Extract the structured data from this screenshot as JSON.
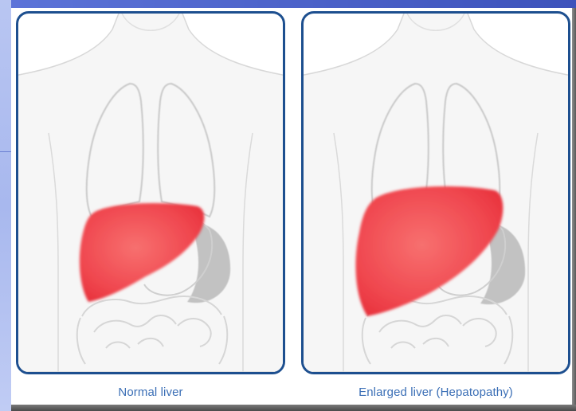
{
  "panels": [
    {
      "caption": "Normal liver",
      "liver_size": "normal"
    },
    {
      "caption": "Enlarged liver (Hepatopathy)",
      "liver_size": "enlarged"
    }
  ],
  "colors": {
    "panel_border": "#1d4f8f",
    "caption": "#3b6fb6",
    "liver": "#f0474f",
    "outline": "#c9c9c9",
    "body_fill": "#f6f6f6"
  }
}
